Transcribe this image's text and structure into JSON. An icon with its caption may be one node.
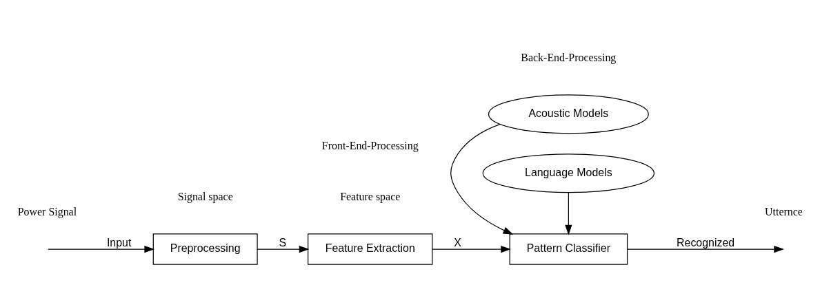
{
  "diagram": {
    "nodes": [
      {
        "text": [
          "Preprocessing"
        ]
      },
      {
        "text": [
          "Feature Extraction"
        ]
      },
      {
        "text": [
          "Pattern Classifier"
        ]
      },
      {
        "text": [
          "Acoustic Models"
        ]
      },
      {
        "text": [
          "Language Models"
        ]
      }
    ],
    "edges": [
      {
        "from": null,
        "to": 0,
        "arrow": "to",
        "label": "Input"
      },
      {
        "from": 0,
        "to": 1,
        "arrow": "to",
        "label": "S"
      },
      {
        "from": 1,
        "to": 2,
        "arrow": "to",
        "label": "X"
      },
      {
        "from": 2,
        "to": null,
        "arrow": "to",
        "label": "Recognized"
      },
      {
        "from": 3,
        "to": 2,
        "arrow": "to"
      },
      {
        "from": 4,
        "to": 2,
        "arrow": "to"
      }
    ],
    "labels": [
      "Power Signal",
      "Signal space",
      "Feature space",
      "Utternce",
      "Front-End-Processing",
      "Back-End-Processing"
    ]
  }
}
